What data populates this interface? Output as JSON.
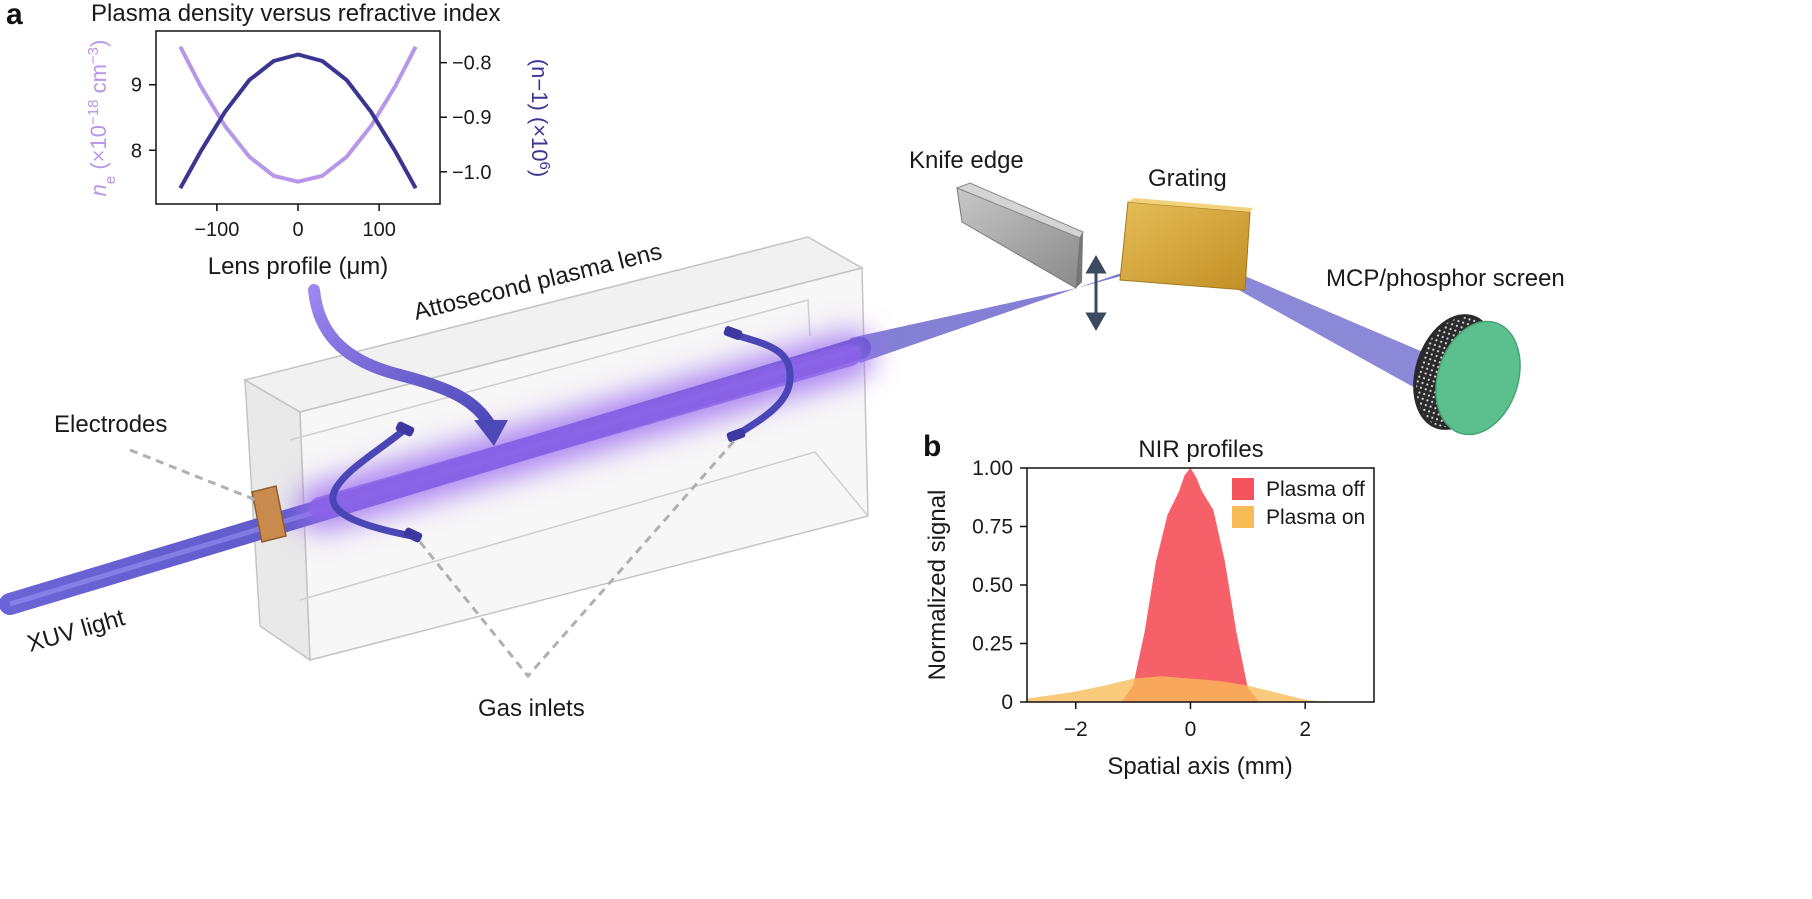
{
  "panel_a": {
    "letter": "a",
    "labels": {
      "knife_edge": "Knife edge",
      "grating": "Grating",
      "mcp_screen": "MCP/phosphor screen",
      "plasma_lens": "Attosecond plasma lens",
      "electrodes": "Electrodes",
      "xuv_light": "XUV light",
      "gas_inlets": "Gas inlets"
    },
    "colors": {
      "beam": "#5b55c8",
      "plasma_glow": "#9a6cf0",
      "electrode": "#c98a4e",
      "grating": "#d7aa3c",
      "screen": "#5cc08e",
      "knife": "#9a9a9a",
      "arrow_move": "#3b4a5e"
    }
  },
  "inset": {
    "title": "Plasma density versus refractive index",
    "xlabel": "Lens profile (μm)",
    "ylabel_left_pre": "n",
    "ylabel_left_sub": "e",
    "ylabel_left_mid": " (×10",
    "ylabel_left_sup1": "−18",
    "ylabel_left_mid2": " cm",
    "ylabel_left_sup2": "−3",
    "ylabel_left_end": ")",
    "ylabel_right_a": "(n−1) (×10",
    "ylabel_right_sup": "6",
    "ylabel_right_b": ")",
    "left_color": "#b896e8",
    "right_color": "#3a3590"
  },
  "panel_b": {
    "letter": "b"
  },
  "chart_data": [
    {
      "type": "line",
      "title": "Plasma density versus refractive index",
      "xlabel": "Lens profile (μm)",
      "xlim": [
        -175,
        175
      ],
      "xticks": [
        -100,
        0,
        100
      ],
      "xtick_labels": [
        "−100",
        "0",
        "100"
      ],
      "y_left": {
        "label": "ne (×10−18 cm−3)",
        "lim": [
          7.18,
          9.82
        ],
        "ticks": [
          8,
          9
        ],
        "tick_labels": [
          "8",
          "9"
        ]
      },
      "y_right": {
        "label": "(n−1) (×106)",
        "lim": [
          -1.059,
          -0.742
        ],
        "ticks": [
          -0.8,
          -0.9,
          -1.0
        ],
        "tick_labels": [
          "−0.8",
          "−0.9",
          "−1.0"
        ]
      },
      "series": [
        {
          "axis": "left",
          "color": "#b896e8",
          "x": [
            -145,
            -120,
            -90,
            -60,
            -30,
            0,
            30,
            60,
            90,
            120,
            145
          ],
          "y": [
            9.58,
            8.98,
            8.37,
            7.9,
            7.61,
            7.52,
            7.61,
            7.9,
            8.37,
            8.98,
            9.58
          ]
        },
        {
          "axis": "right",
          "color": "#3a3590",
          "x": [
            -145,
            -120,
            -90,
            -60,
            -30,
            0,
            30,
            60,
            90,
            120,
            145
          ],
          "y": [
            -1.03,
            -0.963,
            -0.89,
            -0.832,
            -0.797,
            -0.785,
            -0.797,
            -0.832,
            -0.89,
            -0.963,
            -1.03
          ]
        }
      ]
    },
    {
      "type": "area",
      "title": "NIR profiles",
      "xlabel": "Spatial axis (mm)",
      "ylabel": "Normalized signal",
      "xlim": [
        -2.85,
        3.2
      ],
      "ylim": [
        0,
        1.0
      ],
      "xticks": [
        -2,
        0,
        2
      ],
      "xtick_labels": [
        "−2",
        "0",
        "2"
      ],
      "yticks": [
        0,
        0.25,
        0.5,
        0.75,
        1.0
      ],
      "ytick_labels": [
        "0",
        "0.25",
        "0.50",
        "0.75",
        "1.00"
      ],
      "legend": "top-right",
      "series": [
        {
          "name": "Plasma off",
          "color": "#f5535c",
          "x": [
            -1.2,
            -1.0,
            -0.8,
            -0.6,
            -0.4,
            -0.2,
            -0.1,
            0.0,
            0.1,
            0.2,
            0.4,
            0.6,
            0.8,
            1.0,
            1.2
          ],
          "y": [
            0.0,
            0.07,
            0.3,
            0.6,
            0.8,
            0.9,
            0.97,
            1.0,
            0.96,
            0.9,
            0.82,
            0.6,
            0.3,
            0.06,
            0.0
          ]
        },
        {
          "name": "Plasma on",
          "color": "#f8bb57",
          "x": [
            -2.85,
            -2.4,
            -2.0,
            -1.5,
            -1.0,
            -0.5,
            0.0,
            0.5,
            1.0,
            1.5,
            2.0,
            2.4
          ],
          "y": [
            0.015,
            0.03,
            0.045,
            0.07,
            0.1,
            0.11,
            0.1,
            0.09,
            0.07,
            0.04,
            0.01,
            0.0
          ]
        }
      ]
    }
  ]
}
